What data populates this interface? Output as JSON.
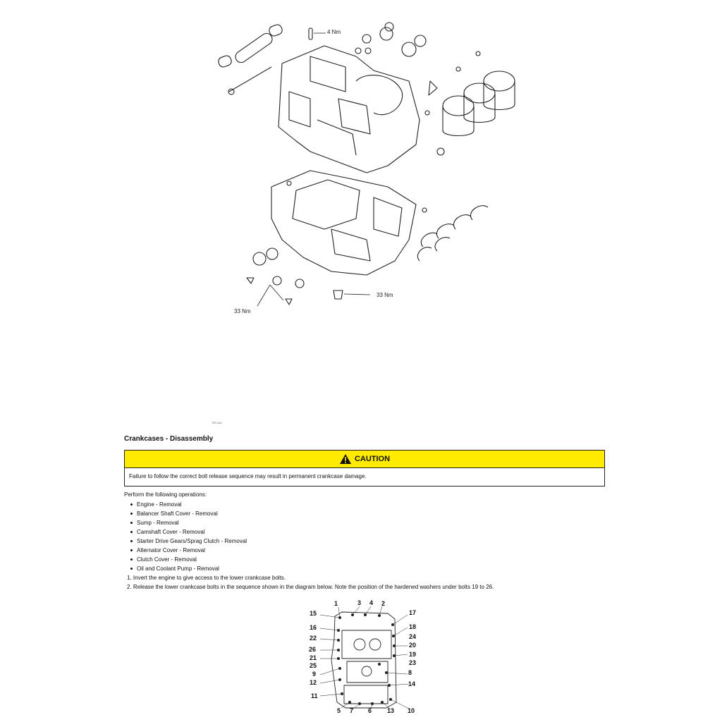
{
  "figure": {
    "torque_labels": [
      "4 Nm",
      "33 Nm",
      "33 Nm"
    ],
    "reference": "TEC145"
  },
  "section": {
    "title": "Crankcases - Disassembly"
  },
  "caution": {
    "title": "CAUTION",
    "text": "Failure to follow the correct bolt release sequence may result in permanent crankcase damage."
  },
  "procedure": {
    "intro": "Perform the following operations:",
    "operations": [
      "Engine - Removal",
      "Balancer Shaft Cover - Removal",
      "Sump - Removal",
      "Camshaft Cover - Removal",
      "Starter Drive Gears/Sprag Clutch - Removal",
      "Alternator Cover - Removal",
      "Clutch Cover - Removal",
      "Oil and Coolant Pump - Removal"
    ],
    "steps": [
      "1. Invert the engine to give access to the lower crankcase bolts.",
      "2. Release the lower crankcase bolts in the sequence shown in the diagram below. Note the position of the hardened washers under bolts 19 to 26."
    ]
  },
  "bolt_diagram": {
    "numbers": [
      "1",
      "3",
      "4",
      "2",
      "15",
      "17",
      "16",
      "18",
      "22",
      "24",
      "20",
      "26",
      "19",
      "21",
      "23",
      "25",
      "8",
      "9",
      "14",
      "12",
      "11",
      "5",
      "7",
      "6",
      "13",
      "10"
    ]
  }
}
